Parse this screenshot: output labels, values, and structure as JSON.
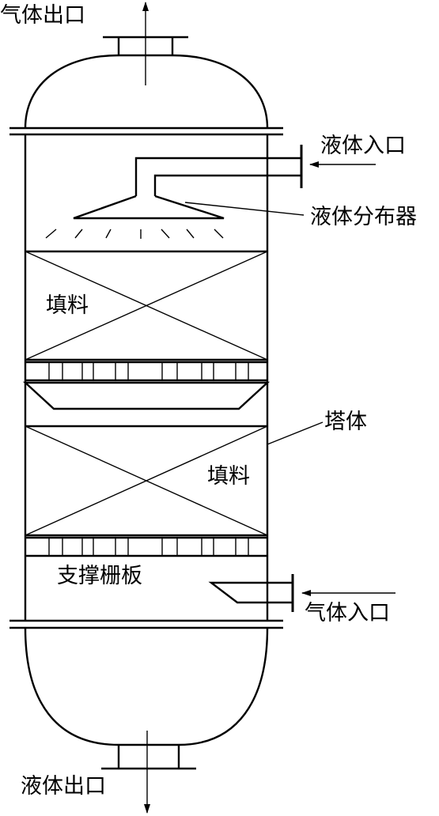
{
  "labels": {
    "gas_outlet": "气体出口",
    "liquid_inlet": "液体入口",
    "liquid_distributor": "液体分布器",
    "packing_upper": "填料",
    "tower_body": "塔体",
    "packing_lower": "填料",
    "support_grid": "支撑栅板",
    "gas_inlet": "气体入口",
    "liquid_outlet": "液体出口"
  }
}
